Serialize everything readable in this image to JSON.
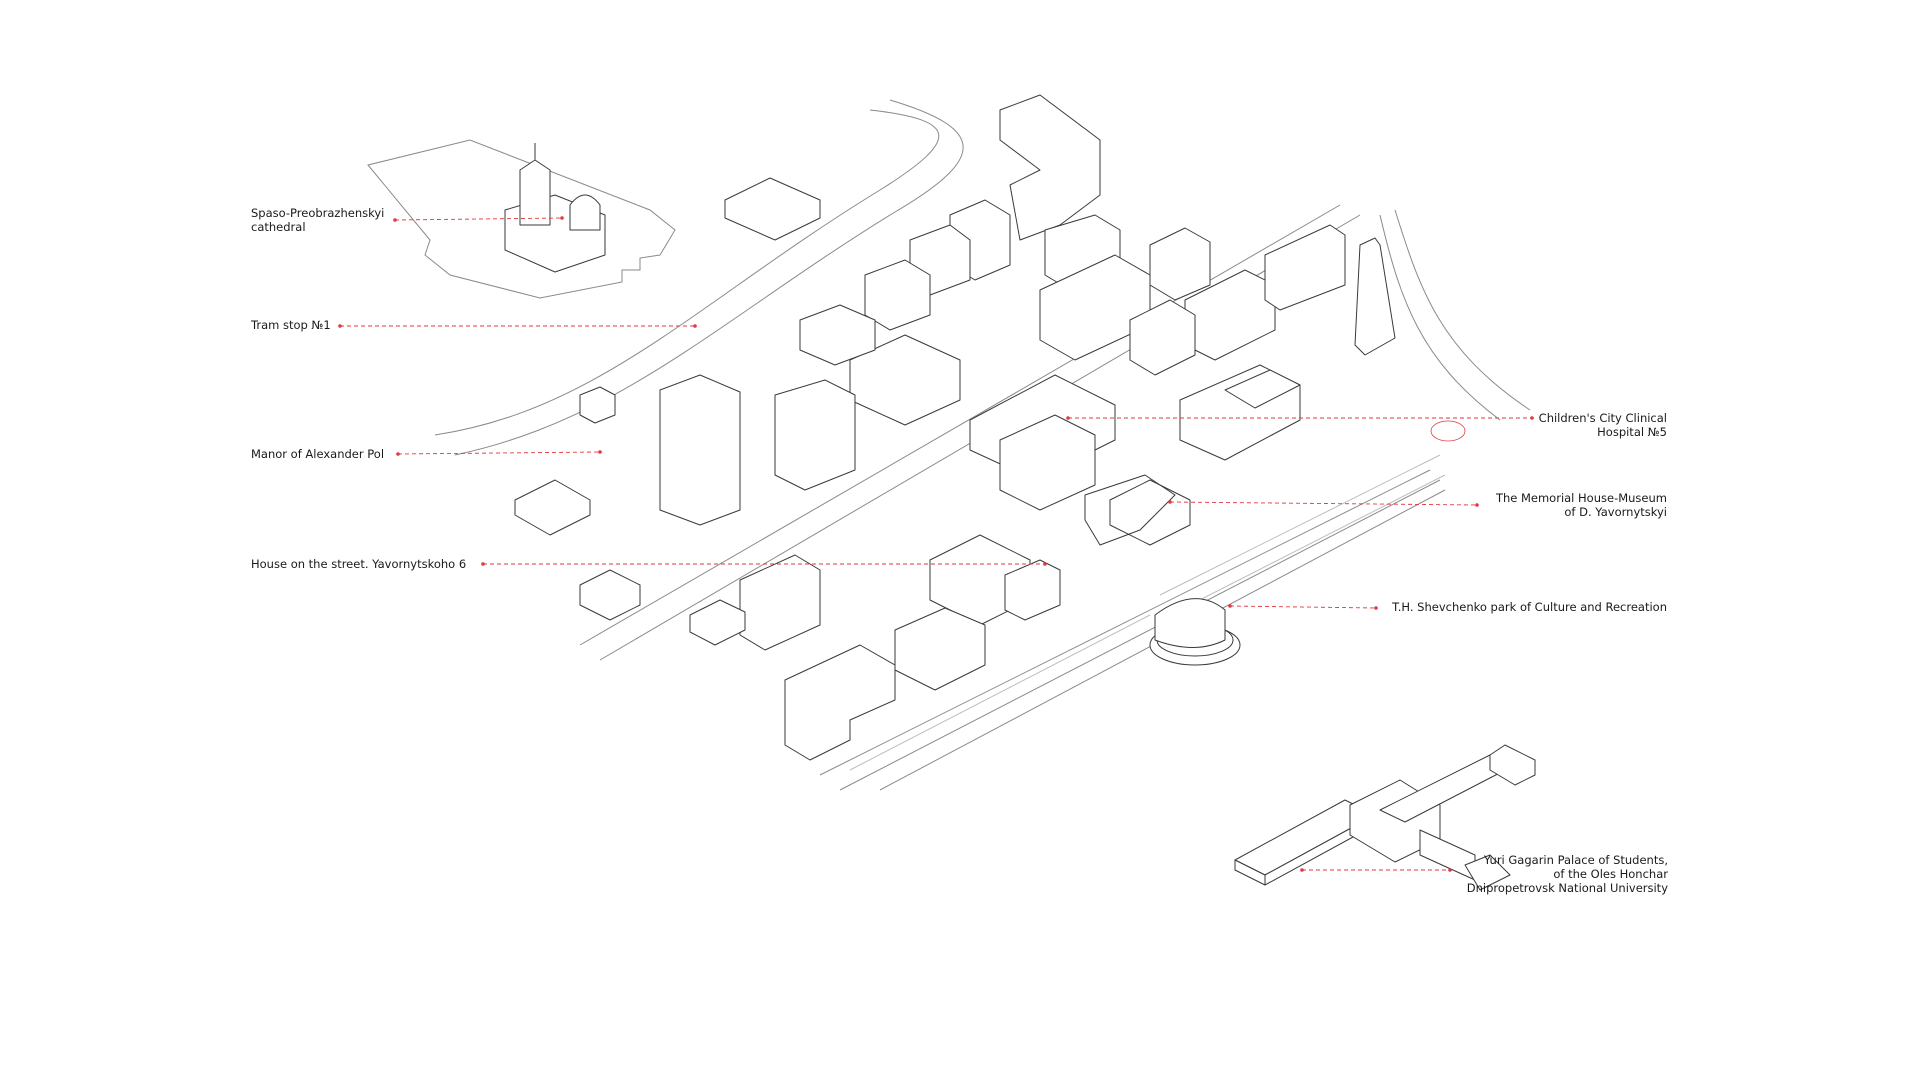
{
  "colors": {
    "leader": "#e2383f",
    "line": "#3a3a3a",
    "road": "#8a8a8a",
    "text": "#1a1a1a",
    "background": "#ffffff"
  },
  "labels": {
    "cathedral": {
      "lines": [
        "Spaso-Preobrazhenskyi",
        "cathedral"
      ]
    },
    "tram_stop": {
      "lines": [
        "Tram stop №1"
      ]
    },
    "manor": {
      "lines": [
        "Manor of Alexander Pol"
      ]
    },
    "house_street": {
      "lines": [
        "House on the street. Yavornytskoho 6"
      ]
    },
    "hospital": {
      "lines": [
        "Children's City Clinical",
        "Hospital №5"
      ]
    },
    "memorial_house": {
      "lines": [
        "The Memorial House-Museum",
        "of D. Yavornytskyi"
      ]
    },
    "shevchenko_park": {
      "lines": [
        "T.H. Shevchenko park of Culture and Recreation"
      ]
    },
    "gagarin_palace": {
      "lines": [
        "Yuri Gagarin Palace of Students,",
        "of the Oles Honchar",
        "Dnipropetrovsk National University"
      ]
    }
  }
}
